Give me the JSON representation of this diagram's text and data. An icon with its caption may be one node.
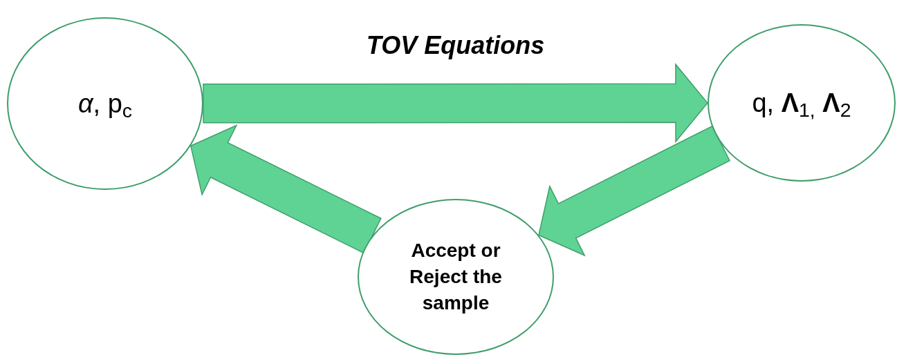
{
  "diagram": {
    "nodes": [
      {
        "text": [
          "*α*, p$_{c}$"
        ]
      },
      {
        "text": [
          "q, **Λ**$_{1,}$ **Λ**$_{2}$"
        ]
      },
      {
        "text": [
          "Accept or Reject the sample"
        ]
      }
    ],
    "edges": [
      {
        "from": 0,
        "to": 1,
        "arrow": "to",
        "label": "TOV Equations",
        "style": "thick"
      },
      {
        "from": 1,
        "to": 2,
        "arrow": "to",
        "style": "thick"
      },
      {
        "from": 2,
        "to": 0,
        "arrow": "to",
        "style": "thick"
      }
    ]
  }
}
